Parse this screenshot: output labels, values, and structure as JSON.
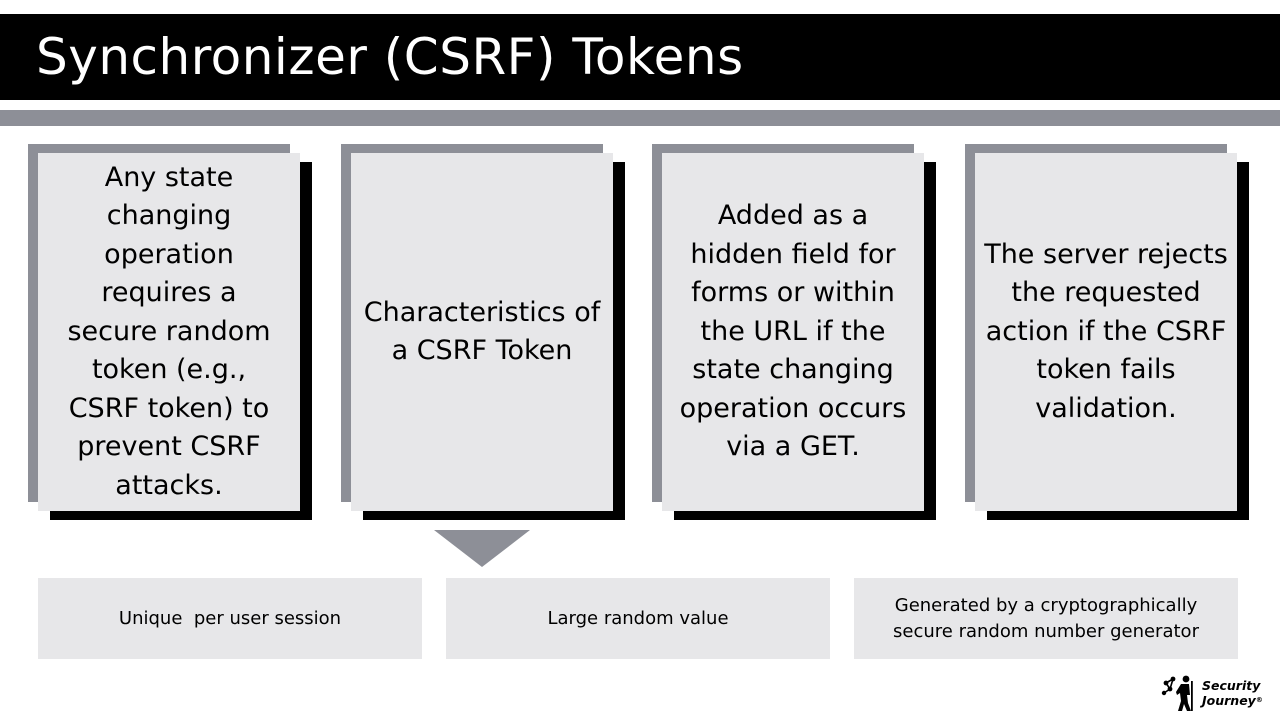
{
  "slide": {
    "title": "Synchronizer (CSRF) Tokens",
    "colors": {
      "title_bar": "#000000",
      "accent_gray": "#8d8f97",
      "card_face": "#e7e7e9"
    }
  },
  "cards": [
    {
      "text": "Any state changing operation requires a secure random token (e.g., CSRF token) to prevent CSRF attacks."
    },
    {
      "text": "Characteristics of a CSRF Token"
    },
    {
      "text": "Added as a hidden field for forms or within the URL if the state changing operation occurs via a GET."
    },
    {
      "text": "The server rejects the requested action if the CSRF token fails validation."
    }
  ],
  "characteristics": [
    {
      "text": "Unique  per user session"
    },
    {
      "text": "Large random value"
    },
    {
      "text": "Generated by a cryptographically secure random number generator"
    }
  ],
  "logo": {
    "line1": "Security",
    "line2": "Journey",
    "mark": "®",
    "icon": "hiker-network-icon"
  }
}
